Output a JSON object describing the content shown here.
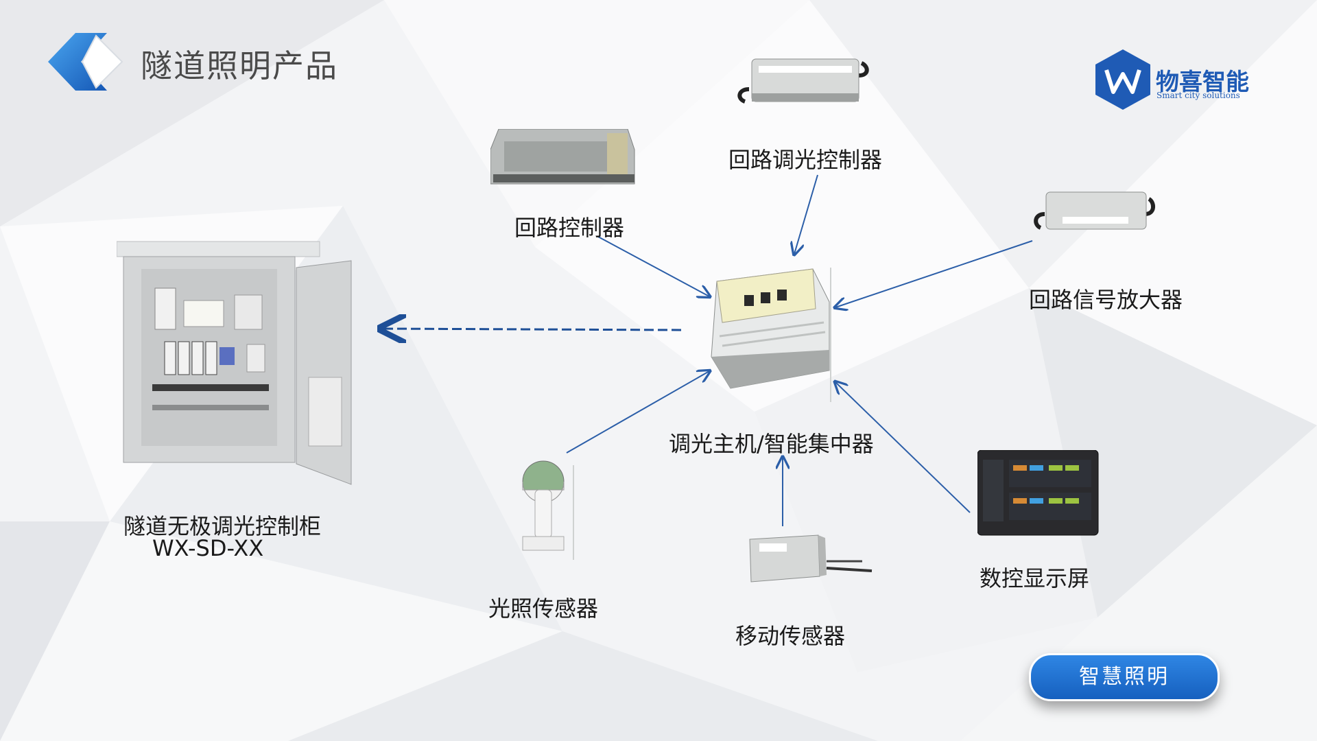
{
  "header": {
    "title": "隧道照明产品"
  },
  "brand": {
    "name": "物喜智能",
    "tagline": "Smart city solutions",
    "logo_letter": "W",
    "color": "#1f5bb5"
  },
  "nodes": {
    "hub": "调光主机/智能集中器",
    "cabinet_name": "隧道无极调光控制柜",
    "cabinet_model": "WX-SD-XX",
    "loop_dimming_controller": "回路调光控制器",
    "loop_controller": "回路控制器",
    "loop_signal_amplifier": "回路信号放大器",
    "light_sensor": "光照传感器",
    "motion_sensor": "移动传感器",
    "display_screen": "数控显示屏"
  },
  "button": {
    "label": "智慧照明"
  },
  "colors": {
    "arrow": "#2b5ea8",
    "accent": "#1f5bb5"
  }
}
